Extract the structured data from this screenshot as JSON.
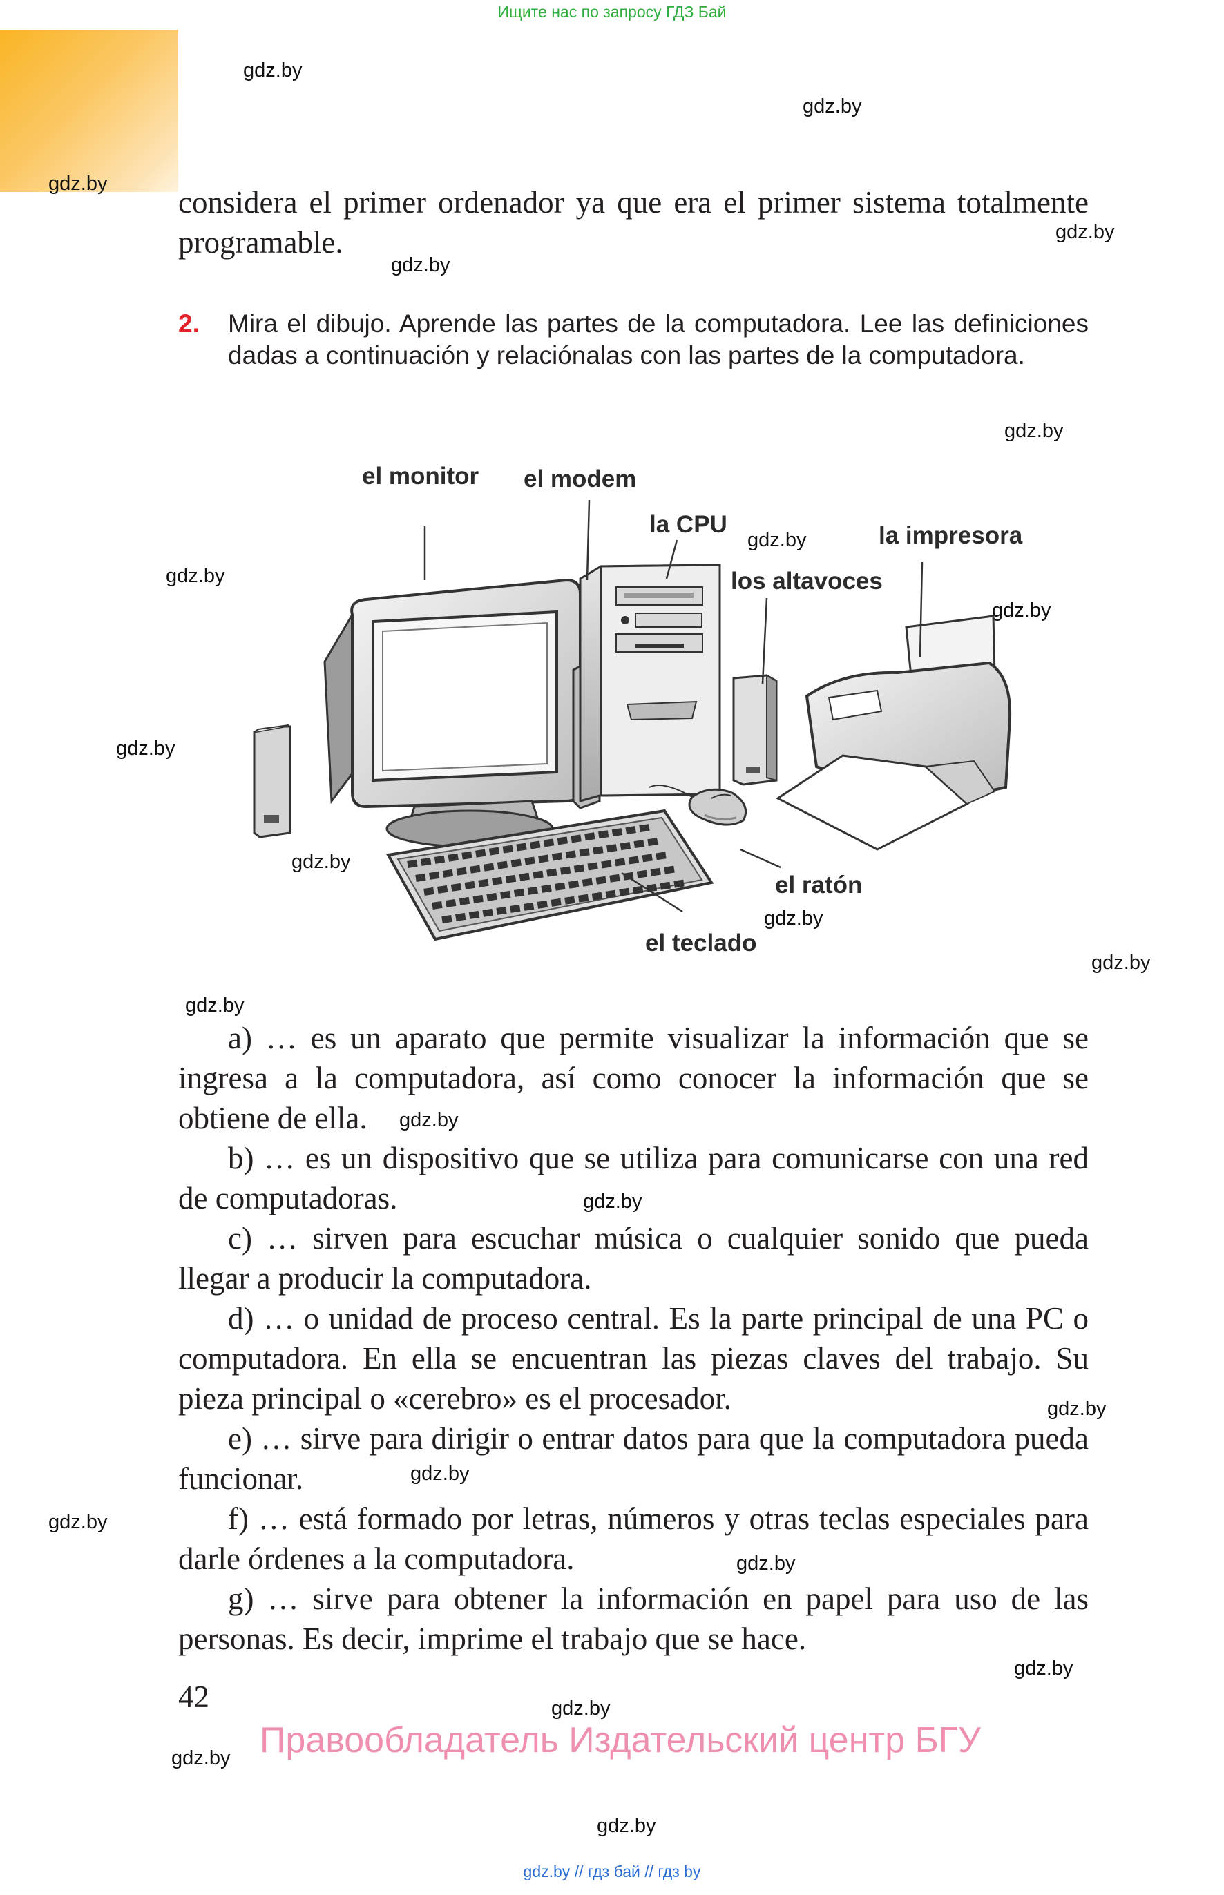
{
  "top_banner": "Ищите нас по запросу ГДЗ Бай",
  "watermark": "gdz.by",
  "intro_text": "considera el primer ordenador ya que era el primer sistema totalmente programable.",
  "task": {
    "number": "2.",
    "text": "Mira el dibujo. Aprende las partes de la computadora. Lee las definiciones dadas a continuación y relaciónalas con las partes de la computadora."
  },
  "figure_labels": {
    "monitor": "el monitor",
    "modem": "el modem",
    "cpu": "la CPU",
    "printer": "la impresora",
    "speakers": "los altavoces",
    "mouse": "el ratón",
    "keyboard": "el teclado"
  },
  "definitions": [
    "a) … es un aparato que permite visualizar la información que se ingresa a la computadora, así como conocer la información que se obtiene de ella.",
    "b) … es un dispositivo que se utiliza para comunicarse con una red de computadoras.",
    "c) … sirven para escuchar música o cualquier sonido que pueda llegar a producir la computadora.",
    "d) … o unidad de proceso central. Es la parte principal de una PC o computadora. En ella se encuentran las piezas claves del trabajo. Su pieza principal o «cerebro» es el procesador.",
    "e) … sirve para dirigir o entrar datos para que la computadora pueda funcionar.",
    "f) … está formado por letras, números y otras teclas especiales para darle órdenes a la computadora.",
    "g) … sirve para obtener la información en papel para uso de las personas. Es decir, imprime el trabajo que se hace."
  ],
  "page_number": "42",
  "copyright": "Правообладатель Издательский центр БГУ",
  "footer": "gdz.by  //  гдз бай  //  гдз by",
  "colors": {
    "corner_accent": "#f9b525",
    "task_number": "#e2232a",
    "banner": "#2fae3e",
    "copyright": "#ef8fb0",
    "footer": "#2b6dd6"
  }
}
